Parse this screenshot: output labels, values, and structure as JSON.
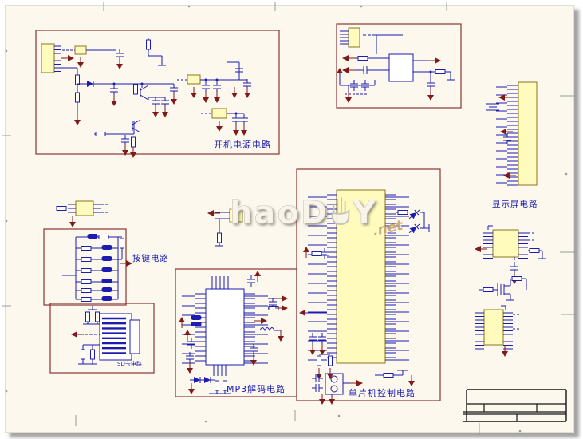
{
  "sheet": {
    "kind": "schematic-sheet"
  },
  "blocks": {
    "power": {
      "label": "开机电源电路"
    },
    "keys": {
      "label": "按键电路"
    },
    "sd": {
      "label": "SD卡电路"
    },
    "mp3": {
      "label": "MP3解码电路"
    },
    "mcu": {
      "label": "单片机控制电路"
    },
    "display": {
      "label": "显示屏电路"
    }
  },
  "watermark": {
    "part1": "haoD",
    "part2": "Y",
    "suffix": ".net"
  },
  "colors": {
    "wire_blue": "#1c1cae",
    "power_maroon": "#801a1a",
    "block_border": "#8a3535",
    "chip_yellow": "#fffbbc",
    "sheet_cream": "#fcf8ee",
    "label_blue": "#1a1ab0"
  }
}
